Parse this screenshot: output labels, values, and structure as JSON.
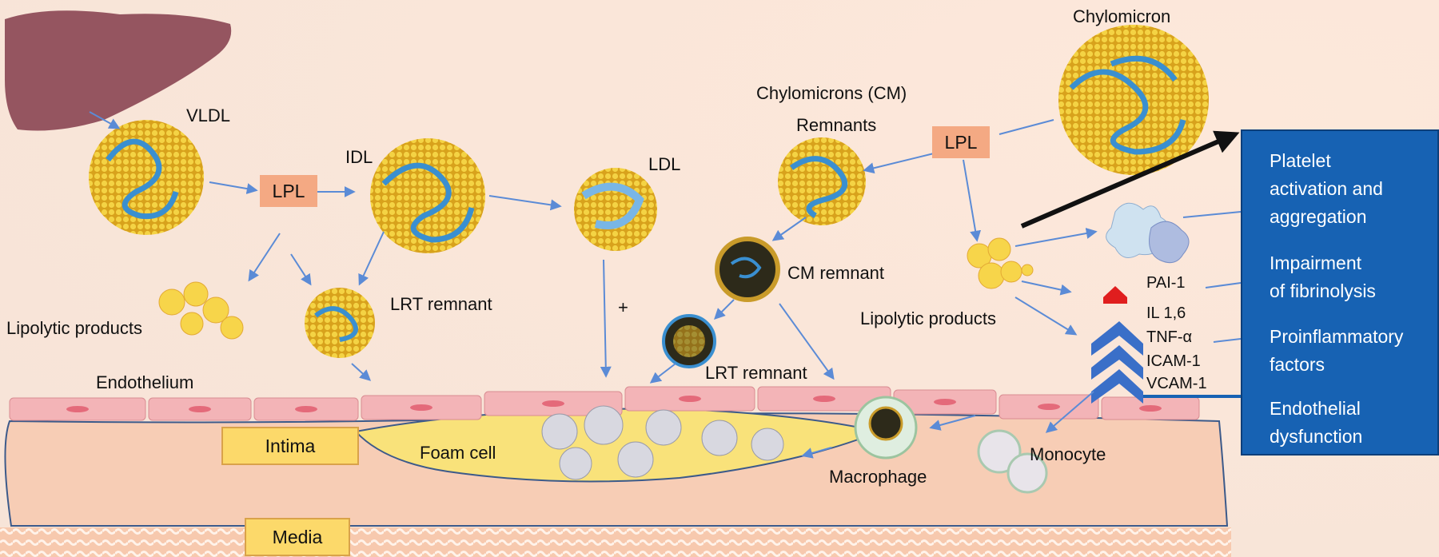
{
  "labels": {
    "vldl": "VLDL",
    "idl": "IDL",
    "ldl": "LDL",
    "cm_title_line1": "Chylomicrons (CM)",
    "cm_title_line2": "Remnants",
    "chylomicron": "Chylomicron",
    "cm_remnant": "CM remnant",
    "lrt_remnant_left": "LRT remnant",
    "lrt_remnant_mid": "LRT remnant",
    "lipolytic_left": "Lipolytic products",
    "lipolytic_right": "Lipolytic products",
    "endothelium": "Endothelium",
    "foam_cell": "Foam cell",
    "macrophage": "Macrophage",
    "monocyte": "Monocyte",
    "plus": "+",
    "pai1": "PAI-1",
    "il16": "IL 1,6",
    "tnfa": "TNF-α",
    "icam1": "ICAM-1",
    "vcam1": "VCAM-1"
  },
  "enzymes": {
    "lpl_left": "LPL",
    "lpl_right": "LPL"
  },
  "layers": {
    "intima": "Intima",
    "media": "Media"
  },
  "effects": [
    {
      "line1": "Platelet",
      "line2": "activation and",
      "line3": "aggregation"
    },
    {
      "line1": "Impairment",
      "line2": "of fibrinolysis"
    },
    {
      "line1": "Proinflammatory",
      "line2": "factors"
    },
    {
      "line1": "Endothelial",
      "line2": "dysfunction"
    }
  ],
  "colors": {
    "arrow": "#5b8bd6",
    "lpl_box": "#f4a983",
    "tag_box": "#fcd96a",
    "effects_panel": "#1762b3",
    "endothelial_cell": "#f3b4b7",
    "liver": "#955560",
    "lipoprotein_shell": "#e5c12f",
    "apolipoprotein": "#3a8fd0"
  }
}
